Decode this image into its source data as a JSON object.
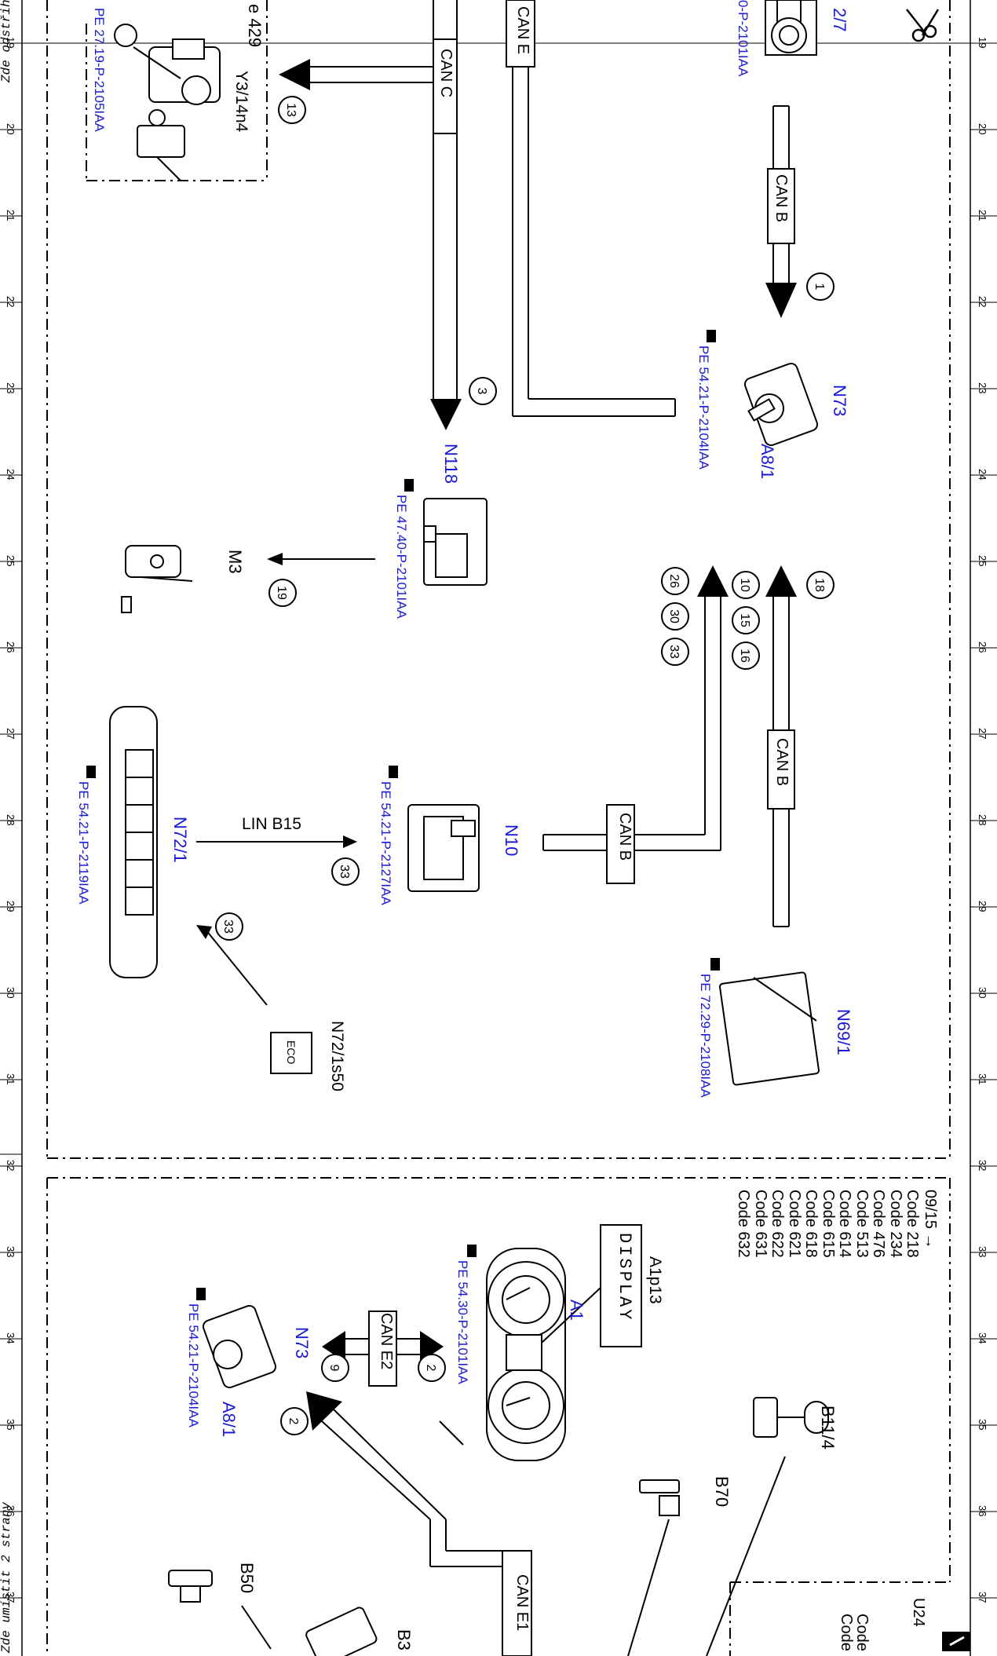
{
  "page": {
    "cut_here_text": "Zde odstřihněte",
    "cut_here_bottom_text": "Zde umístit 2 strany",
    "grid_numbers": [
      "19",
      "20",
      "21",
      "22",
      "23",
      "24",
      "25",
      "26",
      "27",
      "28",
      "29",
      "30",
      "31",
      "32",
      "33",
      "34",
      "35",
      "36",
      "37"
    ]
  },
  "upper_panel": {
    "top_left_fragment": "e 429",
    "y3": {
      "id": "Y3/14n4",
      "ref": "PE 27.19-P-2105IAA"
    },
    "can_c_label": "CAN C",
    "can_e_label": "CAN E",
    "can_b_top_label": "CAN B",
    "top_right_ref": "0-P-2101IAA",
    "top_right_code": "2/7",
    "n73": {
      "id": "N73",
      "sub": "A8/1",
      "ref": "PE 54.21-P-2104IAA"
    },
    "n118": {
      "id": "N118",
      "ref": "PE 47.40-P-2101IAA"
    },
    "m3": {
      "id": "M3"
    },
    "n10": {
      "id": "N10",
      "ref": "PE 54.21-P-2127IAA"
    },
    "n69": {
      "id": "N69/1",
      "ref": "PE 72.29-P-2108IAA"
    },
    "can_b_mid_label": "CAN B",
    "can_b_vert_label": "CAN B",
    "n72": {
      "id": "N72/1",
      "ref": "PE 54.21-P-2119IAA"
    },
    "lin_label": "LIN B15",
    "eco": {
      "id": "N72/1s50",
      "label": "ECO"
    },
    "circles": [
      "1",
      "3",
      "13",
      "18",
      "10",
      "15",
      "16",
      "26",
      "30",
      "33",
      "19",
      "33",
      "33"
    ]
  },
  "lower_panel": {
    "codes_header": "09/15 →",
    "codes": [
      "Code 218",
      "Code 234",
      "Code 476",
      "Code 513",
      "Code 614",
      "Code 615",
      "Code 618",
      "Code 621",
      "Code 622",
      "Code 631",
      "Code 632"
    ],
    "a1p13": {
      "id": "A1p13",
      "display_text": "DISPLAY"
    },
    "a1": {
      "id": "A1",
      "ref": "PE 54.30-P-2101IAA"
    },
    "can_e2_label": "CAN E2",
    "n73": {
      "id": "N73",
      "sub": "A8/1",
      "ref": "PE 54.21-P-2104IAA"
    },
    "circles": [
      "2",
      "9",
      "2"
    ],
    "b11": {
      "id": "B11/4"
    },
    "b70": {
      "id": "B70"
    },
    "b50": {
      "id": "B50"
    },
    "b3": {
      "id": "B3"
    },
    "can_e1_label": "CAN E1",
    "u24": {
      "id": "U24",
      "code_lines": [
        "Code",
        "Code"
      ]
    }
  }
}
